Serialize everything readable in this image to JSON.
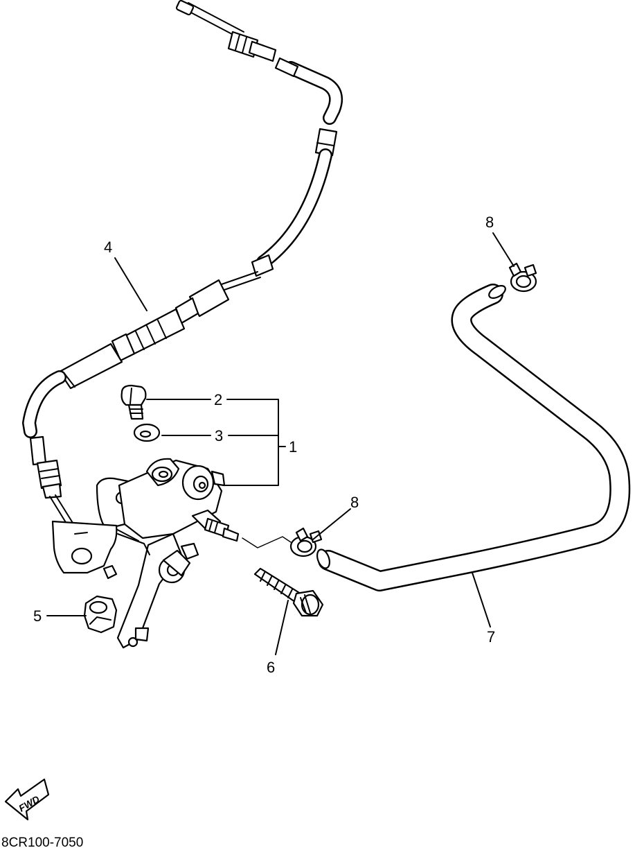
{
  "callouts": {
    "c1": "1",
    "c2": "2",
    "c3": "3",
    "c4": "4",
    "c5": "5",
    "c6": "6",
    "c7": "7",
    "c8a": "8",
    "c8b": "8"
  },
  "fwd_label": "FWD",
  "diagram_code": "8CR100-7050",
  "colors": {
    "line": "#000000",
    "background": "#ffffff"
  }
}
